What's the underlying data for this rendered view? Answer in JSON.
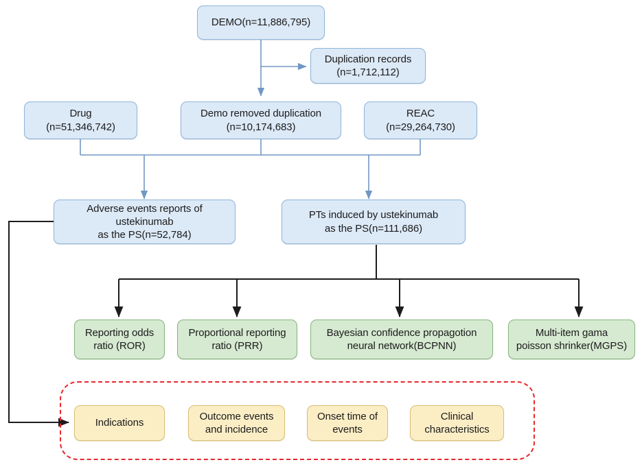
{
  "diagram": {
    "title": "Ustekinumab pharmacovigilance study flowchart",
    "colors": {
      "blue_fill": "#dce9f7",
      "blue_stroke": "#8fb4d9",
      "green_fill": "#d6e9d1",
      "green_stroke": "#86b57c",
      "yellow_fill": "#fbeec5",
      "yellow_stroke": "#d8bc72",
      "blue_arrow": "#7197c4",
      "black_arrow": "#1c1c1c",
      "dashed_group": "#e8262a"
    },
    "nodes": {
      "demo": "DEMO(n=11,886,795)",
      "duplication_records": "Duplication records\n(n=1,712,112)",
      "drug": "Drug\n(n=51,346,742)",
      "demo_removed_duplication": "Demo removed duplication\n(n=10,174,683)",
      "reac": "REAC\n(n=29,264,730)",
      "adverse_events": "Adverse events reports of\nustekinumab\nas the PS(n=52,784)",
      "pts_induced": "PTs induced by ustekinumab\nas the PS(n=111,686)",
      "ror": "Reporting odds\nratio (ROR)",
      "prr": "Proportional reporting\nratio (PRR)",
      "bcpnn": "Bayesian confidence propagotion\nneural network(BCPNN)",
      "mgps": "Multi-item gama\npoisson shrinker(MGPS)",
      "indications": "Indications",
      "outcome_events": "Outcome events\nand incidence",
      "onset_time": "Onset time of\nevents",
      "clinical_characteristics": "Clinical\ncharacteristics"
    }
  }
}
